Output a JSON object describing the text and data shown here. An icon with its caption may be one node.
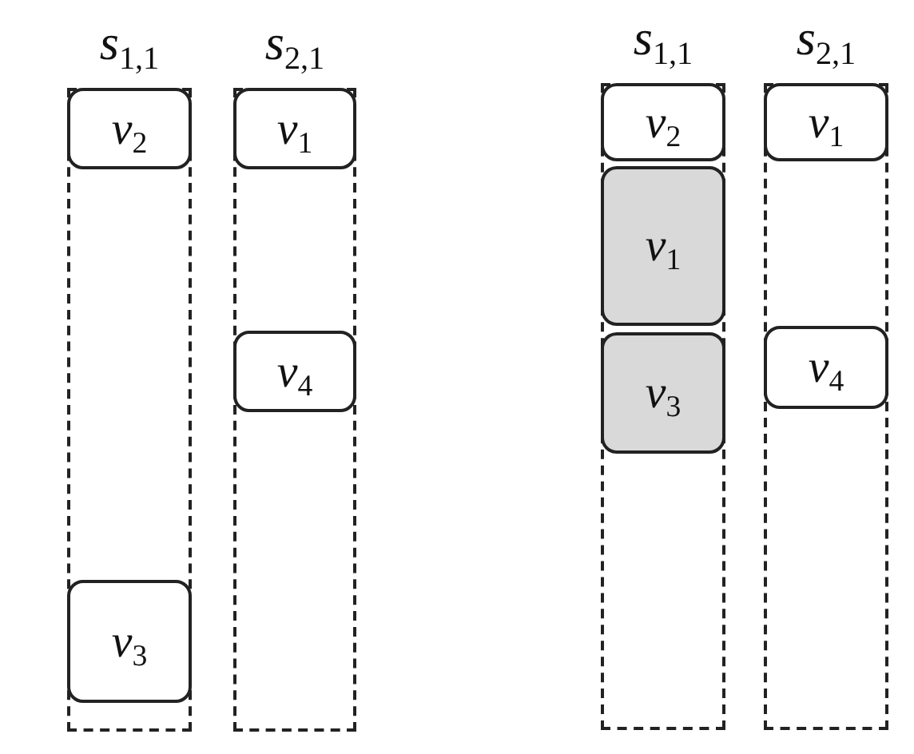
{
  "diagram": {
    "nodes": [
      {
        "text": [
          "s$_{1,1}$"
        ]
      },
      {
        "text": [
          "v$_{2}$"
        ],
        "in": 0
      },
      {
        "text": [
          "v$_{3}$"
        ],
        "in": 0
      },
      {
        "text": [
          "s$_{2,1}$"
        ]
      },
      {
        "text": [
          "v$_{1}$"
        ],
        "in": 3
      },
      {
        "text": [
          "v$_{4}$"
        ],
        "in": 3
      },
      {
        "text": [
          "s$_{1,1}$"
        ]
      },
      {
        "text": [
          "v$_{2}$"
        ],
        "in": 6
      },
      {
        "text": [
          "v$_{1}$"
        ],
        "in": 6
      },
      {
        "text": [
          "v$_{3}$"
        ],
        "in": 6
      },
      {
        "text": [
          "s$_{2,1}$"
        ]
      },
      {
        "text": [
          "v$_{1}$"
        ],
        "in": 10
      },
      {
        "text": [
          "v$_{4}$"
        ],
        "in": 10
      }
    ]
  }
}
